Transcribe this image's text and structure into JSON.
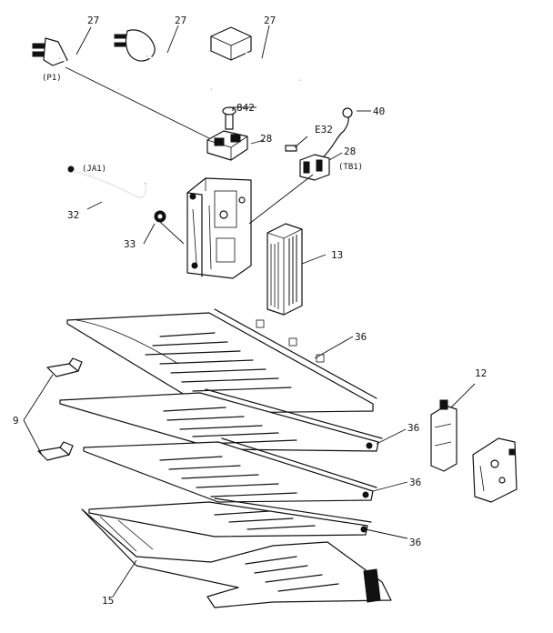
{
  "callouts": {
    "c27a": "27",
    "c27b": "27",
    "c27c": "27",
    "p1": "(P1)",
    "c842": "842",
    "c28a": "28",
    "e32": "E32",
    "c40": "40",
    "c28b": "28",
    "tb1": "(TB1)",
    "ja1": "(JA1)",
    "c32": "32",
    "c33": "33",
    "c13": "13",
    "c36a": "36",
    "c9": "9",
    "c12": "12",
    "c36b": "36",
    "c36c": "36",
    "c36d": "36",
    "c15": "15"
  }
}
